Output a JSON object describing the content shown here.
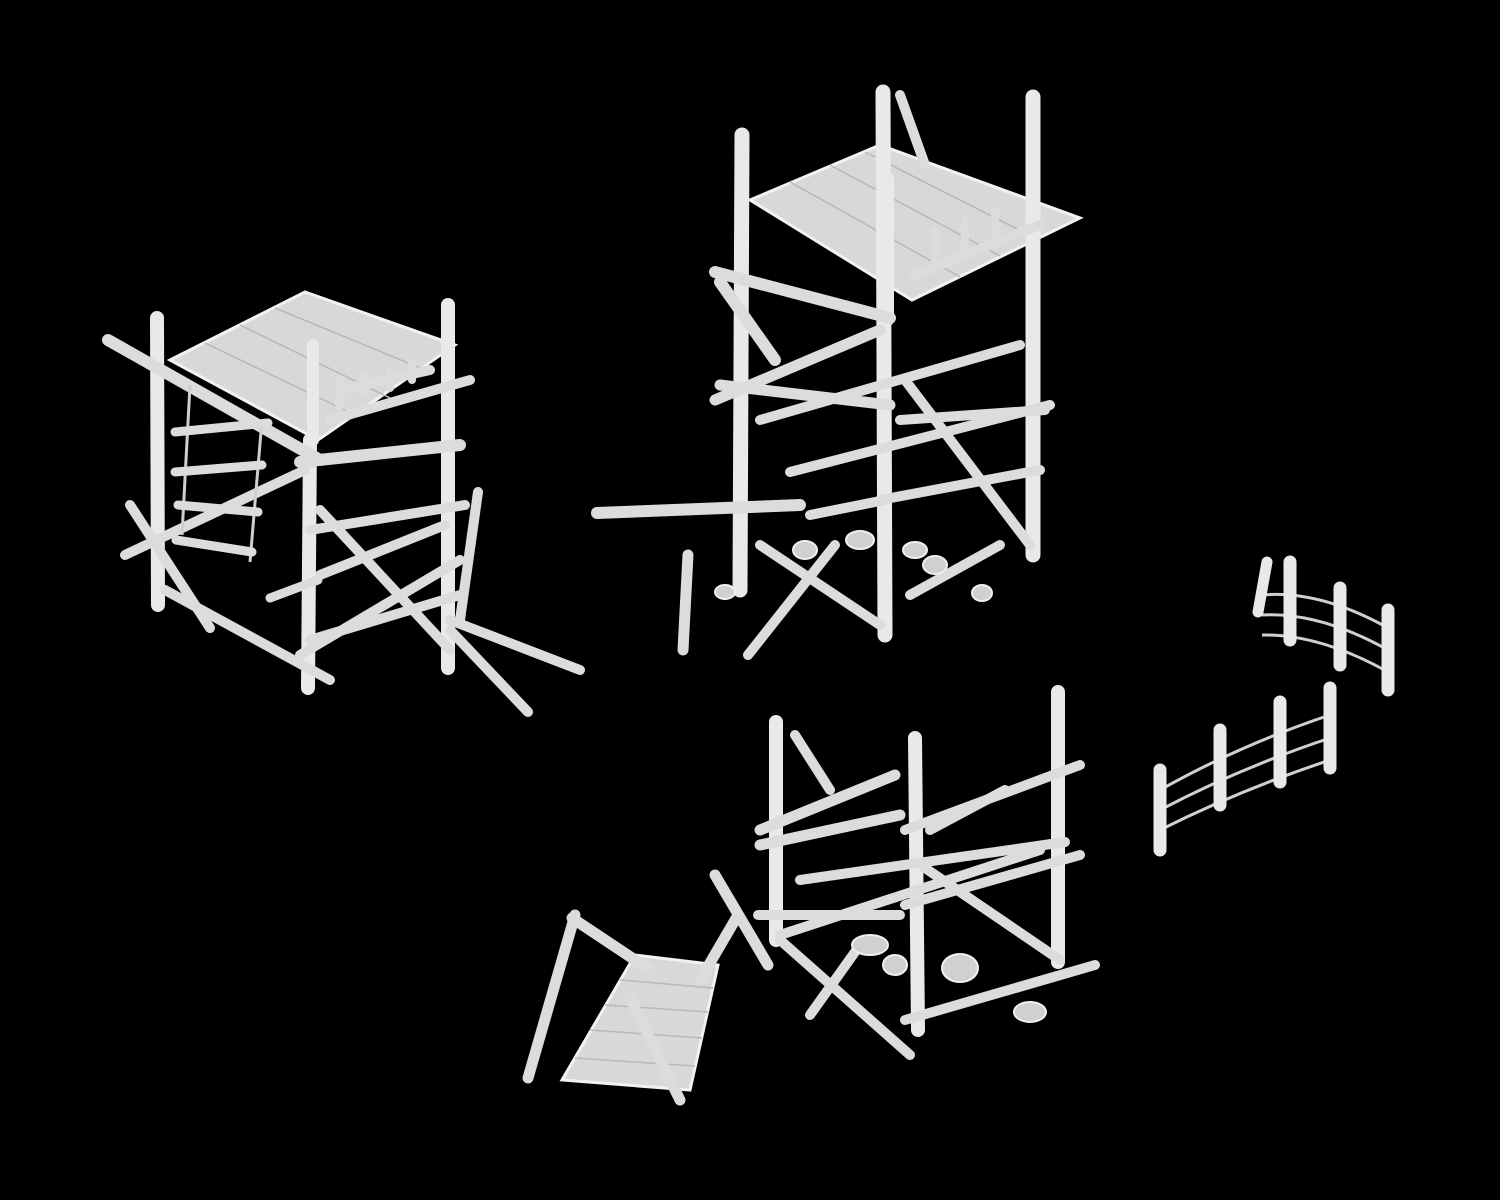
{
  "scene": {
    "background_color": "#000000",
    "material_color": "#e6e6e6",
    "objects": [
      {
        "id": "watchtower-with-ladder"
      },
      {
        "id": "tall-watchtower"
      },
      {
        "id": "scaffold-with-bridge"
      },
      {
        "id": "fence-upper"
      },
      {
        "id": "fence-lower"
      }
    ]
  }
}
